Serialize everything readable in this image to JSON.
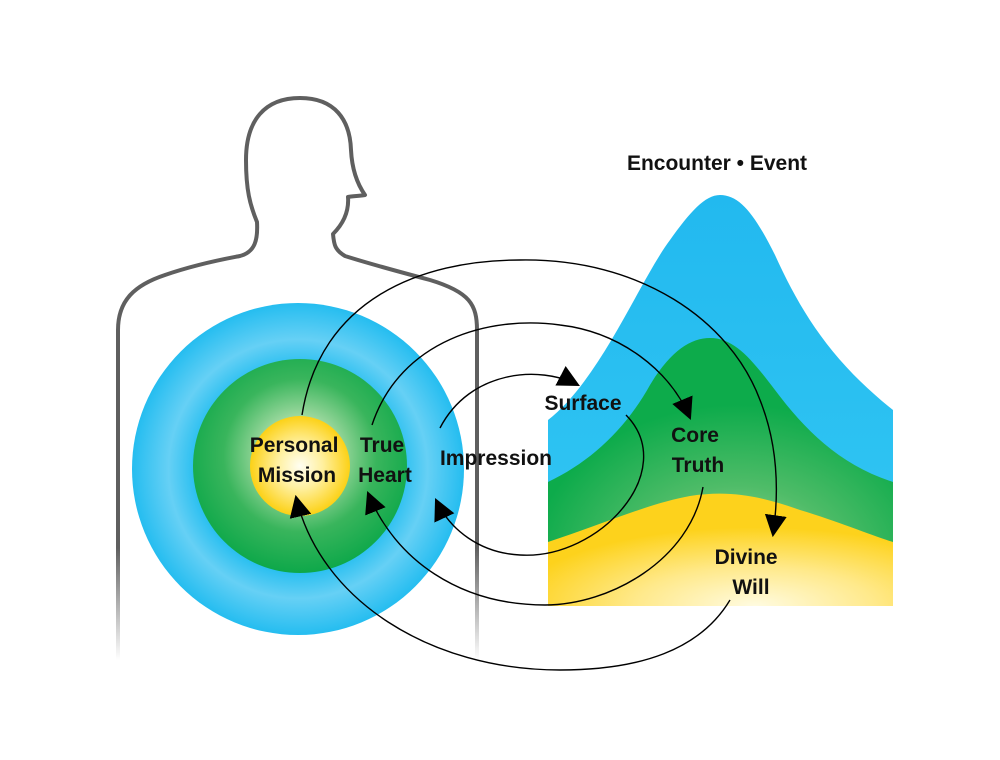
{
  "title": "Encounter • Event",
  "person": {
    "rings": [
      {
        "name": "Impression",
        "color": "#29bff0"
      },
      {
        "name": "True Heart",
        "color": "#0dab4b"
      },
      {
        "name": "Personal Mission",
        "color": "#fcd116"
      }
    ],
    "labels": {
      "personal_mission": [
        "Personal",
        "Mission"
      ],
      "true_heart": [
        "True",
        "Heart"
      ],
      "impression": "Impression"
    }
  },
  "event": {
    "layers": [
      {
        "name": "Surface",
        "color": "#29bff0"
      },
      {
        "name": "Core Truth",
        "color": "#0dab4b"
      },
      {
        "name": "Divine Will",
        "color": "#fcd116"
      }
    ],
    "labels": {
      "surface": "Surface",
      "core_truth": [
        "Core",
        "Truth"
      ],
      "divine_will": [
        "Divine",
        "Will"
      ]
    }
  },
  "connections": [
    {
      "from": "Impression",
      "to": "Surface"
    },
    {
      "from": "Surface",
      "to": "Impression"
    },
    {
      "from": "True Heart",
      "to": "Core Truth"
    },
    {
      "from": "Core Truth",
      "to": "True Heart"
    },
    {
      "from": "Personal Mission",
      "to": "Divine Will"
    },
    {
      "from": "Divine Will",
      "to": "Personal Mission"
    }
  ]
}
